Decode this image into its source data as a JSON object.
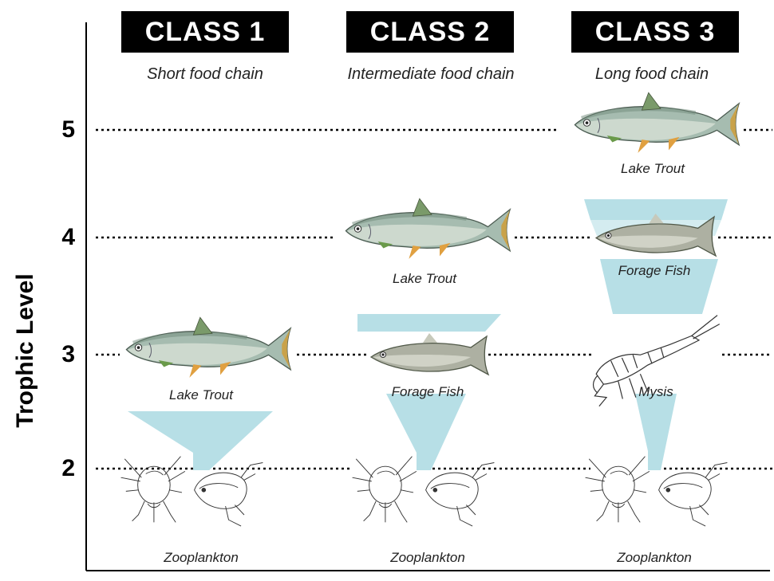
{
  "axis": {
    "title": "Trophic Level",
    "levels": [
      "5",
      "4",
      "3",
      "2"
    ]
  },
  "classes": [
    {
      "title": "CLASS 1",
      "subtitle": "Short food chain",
      "labels": {
        "top": "Lake Trout",
        "bottom": "Zooplankton"
      }
    },
    {
      "title": "CLASS 2",
      "subtitle": "Intermediate food chain",
      "labels": {
        "top": "Lake Trout",
        "mid": "Forage Fish",
        "bottom": "Zooplankton"
      }
    },
    {
      "title": "CLASS 3",
      "subtitle": "Long food chain",
      "labels": {
        "top": "Lake Trout",
        "upper_mid": "Forage Fish",
        "mid": "Mysis",
        "bottom": "Zooplankton"
      }
    }
  ],
  "colors": {
    "funnel": "#b7dfe6",
    "trout_body": "#9fb7a8",
    "trout_fin": "#e0a040",
    "forage_body": "#a8aa9a",
    "line": "#000000"
  },
  "icons": [
    "lake-trout-icon",
    "forage-fish-icon",
    "mysis-icon",
    "zooplankton-icon"
  ]
}
